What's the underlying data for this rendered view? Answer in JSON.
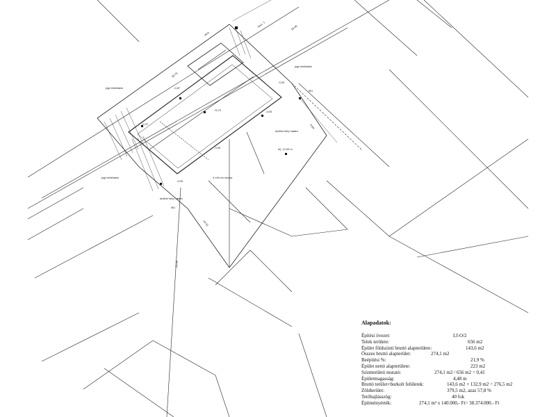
{
  "plan_labels": {
    "street": "utca",
    "hrsz_top": "hrsz. 1",
    "dim_top": "16,46",
    "existing_building_1": "jogi telekhatár",
    "existing_building_2": "jogi telekhatár",
    "existing_building_3": "jogi telekhatár",
    "level_1": "-0,87",
    "level_2": "-3,05",
    "level_3": "+5,73",
    "level_4": "-3,05",
    "level_5": "-3,05",
    "level_6": "-3,05",
    "level_7": "-0,47",
    "dim_main": "18,75",
    "dim_side": "14,41",
    "dim_lower": "22,50",
    "dim_right": "6,84",
    "note_1": "építési hely határa",
    "note_2": "építési hely határa",
    "note_3": "4 m%-es rámpa",
    "mu": "MU",
    "mu2": "MU",
    "lej": "lej. 12,00 m"
  },
  "data_table": {
    "title": "Alapadatok:",
    "rows": [
      {
        "label": "Építési övezet:",
        "value": "Lf-O/2"
      },
      {
        "label": "Telek területe:",
        "value": "656 m2"
      },
      {
        "label": "Épület földszinti bruttó alapterülete:",
        "value": "143,6 m2"
      },
      {
        "label": "Összes bruttó alapterület:",
        "value": "274,1 m2"
      },
      {
        "label": "Beépítési %:",
        "value": "21,9 %"
      },
      {
        "label": "Épület nettó alapterülete:",
        "value": "223 m2"
      },
      {
        "label": "Szintterületi mutató:",
        "value": "274,1 m2 / 656 m2 = 0,41"
      },
      {
        "label": "Épületmagasság:",
        "value": "4,48 m"
      },
      {
        "label": "Bruttó terület+burkolt felületek:",
        "value": "143,6 m2 + 132,9 m2 = 276,5 m2"
      },
      {
        "label": "Zöldterület:",
        "value": "379,5 m2, azaz  57,8 %"
      },
      {
        "label": "Tetőhajlásszög:",
        "value": "40 fok"
      },
      {
        "label": "Építményérték:",
        "value": "274,1 m² x 140.000,- Ft= 38.374.000.- Ft"
      }
    ]
  }
}
